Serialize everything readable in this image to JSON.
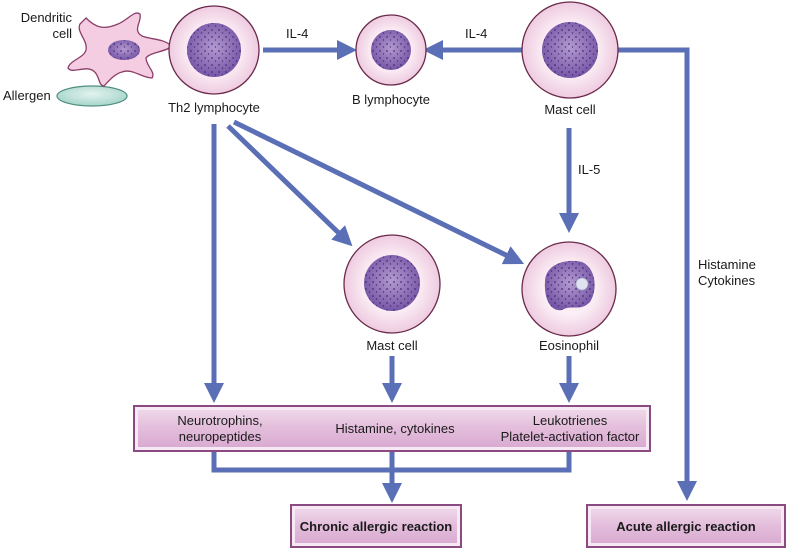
{
  "cells": {
    "dendritic": {
      "label_line1": "Dendritic",
      "label_line2": "cell"
    },
    "allergen": {
      "label": "Allergen"
    },
    "th2": {
      "label": "Th2 lymphocyte"
    },
    "b_lymphocyte": {
      "label": "B lymphocyte"
    },
    "mast_cell_top": {
      "label": "Mast cell"
    },
    "mast_cell_mid": {
      "label": "Mast cell"
    },
    "eosinophil": {
      "label": "Eosinophil"
    }
  },
  "arrows": {
    "th2_to_b": {
      "label": "IL-4"
    },
    "mast_to_b": {
      "label": "IL-4"
    },
    "mast_to_eos": {
      "label": "IL-5"
    },
    "mast_to_acute": {
      "label_line1": "Histamine",
      "label_line2": "Cytokines"
    }
  },
  "mediators_box": {
    "left_line1": "Neurotrophins,",
    "left_line2": "neuropeptides",
    "center": "Histamine, cytokines",
    "right_line1": "Leukotrienes",
    "right_line2": "Platelet-activation factor"
  },
  "outcomes": {
    "chronic": "Chronic allergic reaction",
    "acute": "Acute allergic reaction"
  },
  "colors": {
    "arrow": "#5a6fb5",
    "cell_outline": "#6b2a4a",
    "cytoplasm": "#f3d8e8",
    "nucleus": "#7a5aa8",
    "box_border": "#8a4a82"
  }
}
